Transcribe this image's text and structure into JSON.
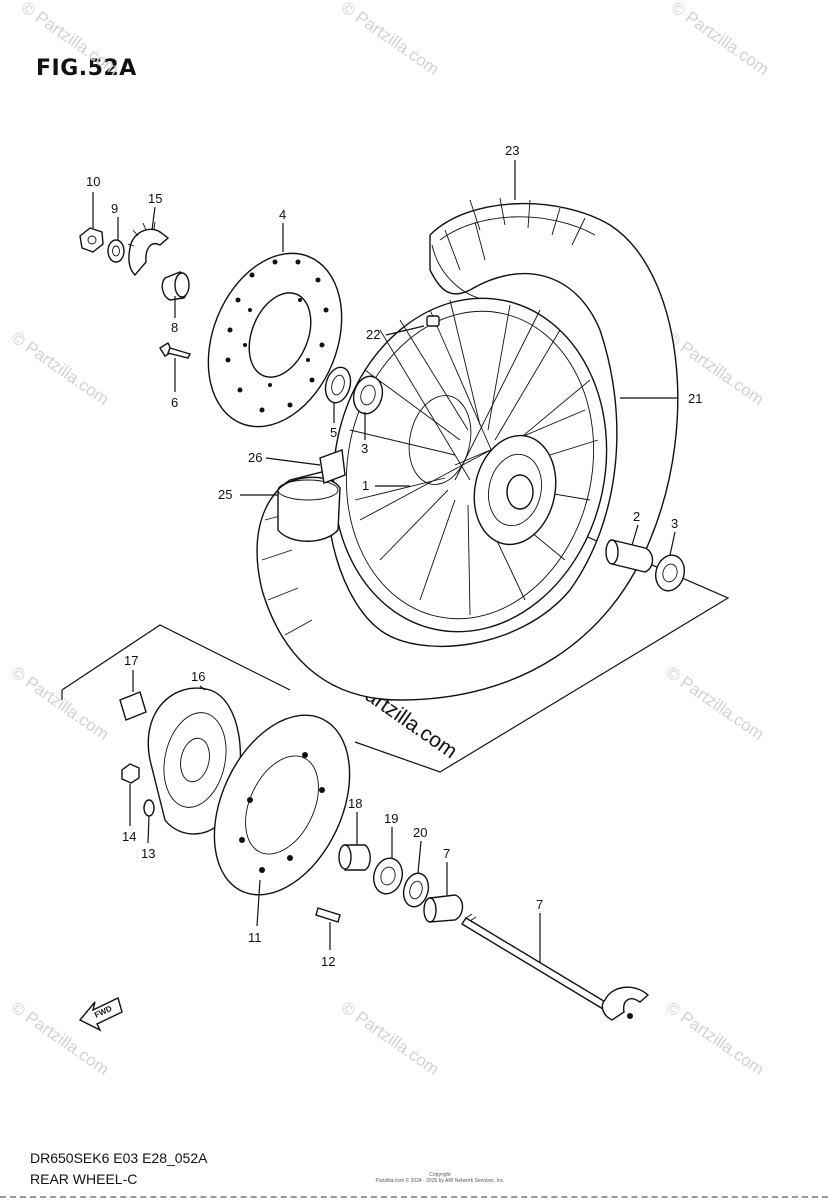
{
  "figure": {
    "title": "FIG.52A",
    "code": "DR650SEK6 E03 E28_052A",
    "subtitle": "REAR WHEEL-C"
  },
  "watermark": {
    "text": "© Partzilla.com",
    "center_text": "© Partzilla.com"
  },
  "copyright": {
    "line1": "Copyright",
    "line2": "Partzilla.com © 2024 - 2025 by ARI Network Services, Inc."
  },
  "callouts": [
    "1",
    "2",
    "3",
    "3",
    "4",
    "5",
    "6",
    "7",
    "8",
    "9",
    "10",
    "11",
    "12",
    "13",
    "14",
    "15",
    "16",
    "17",
    "18",
    "19",
    "20",
    "21",
    "22",
    "23",
    "24",
    "25",
    "26"
  ],
  "icons": {
    "front_arrow": "fwd-arrow-icon",
    "front_arrow_text": "FWD"
  }
}
